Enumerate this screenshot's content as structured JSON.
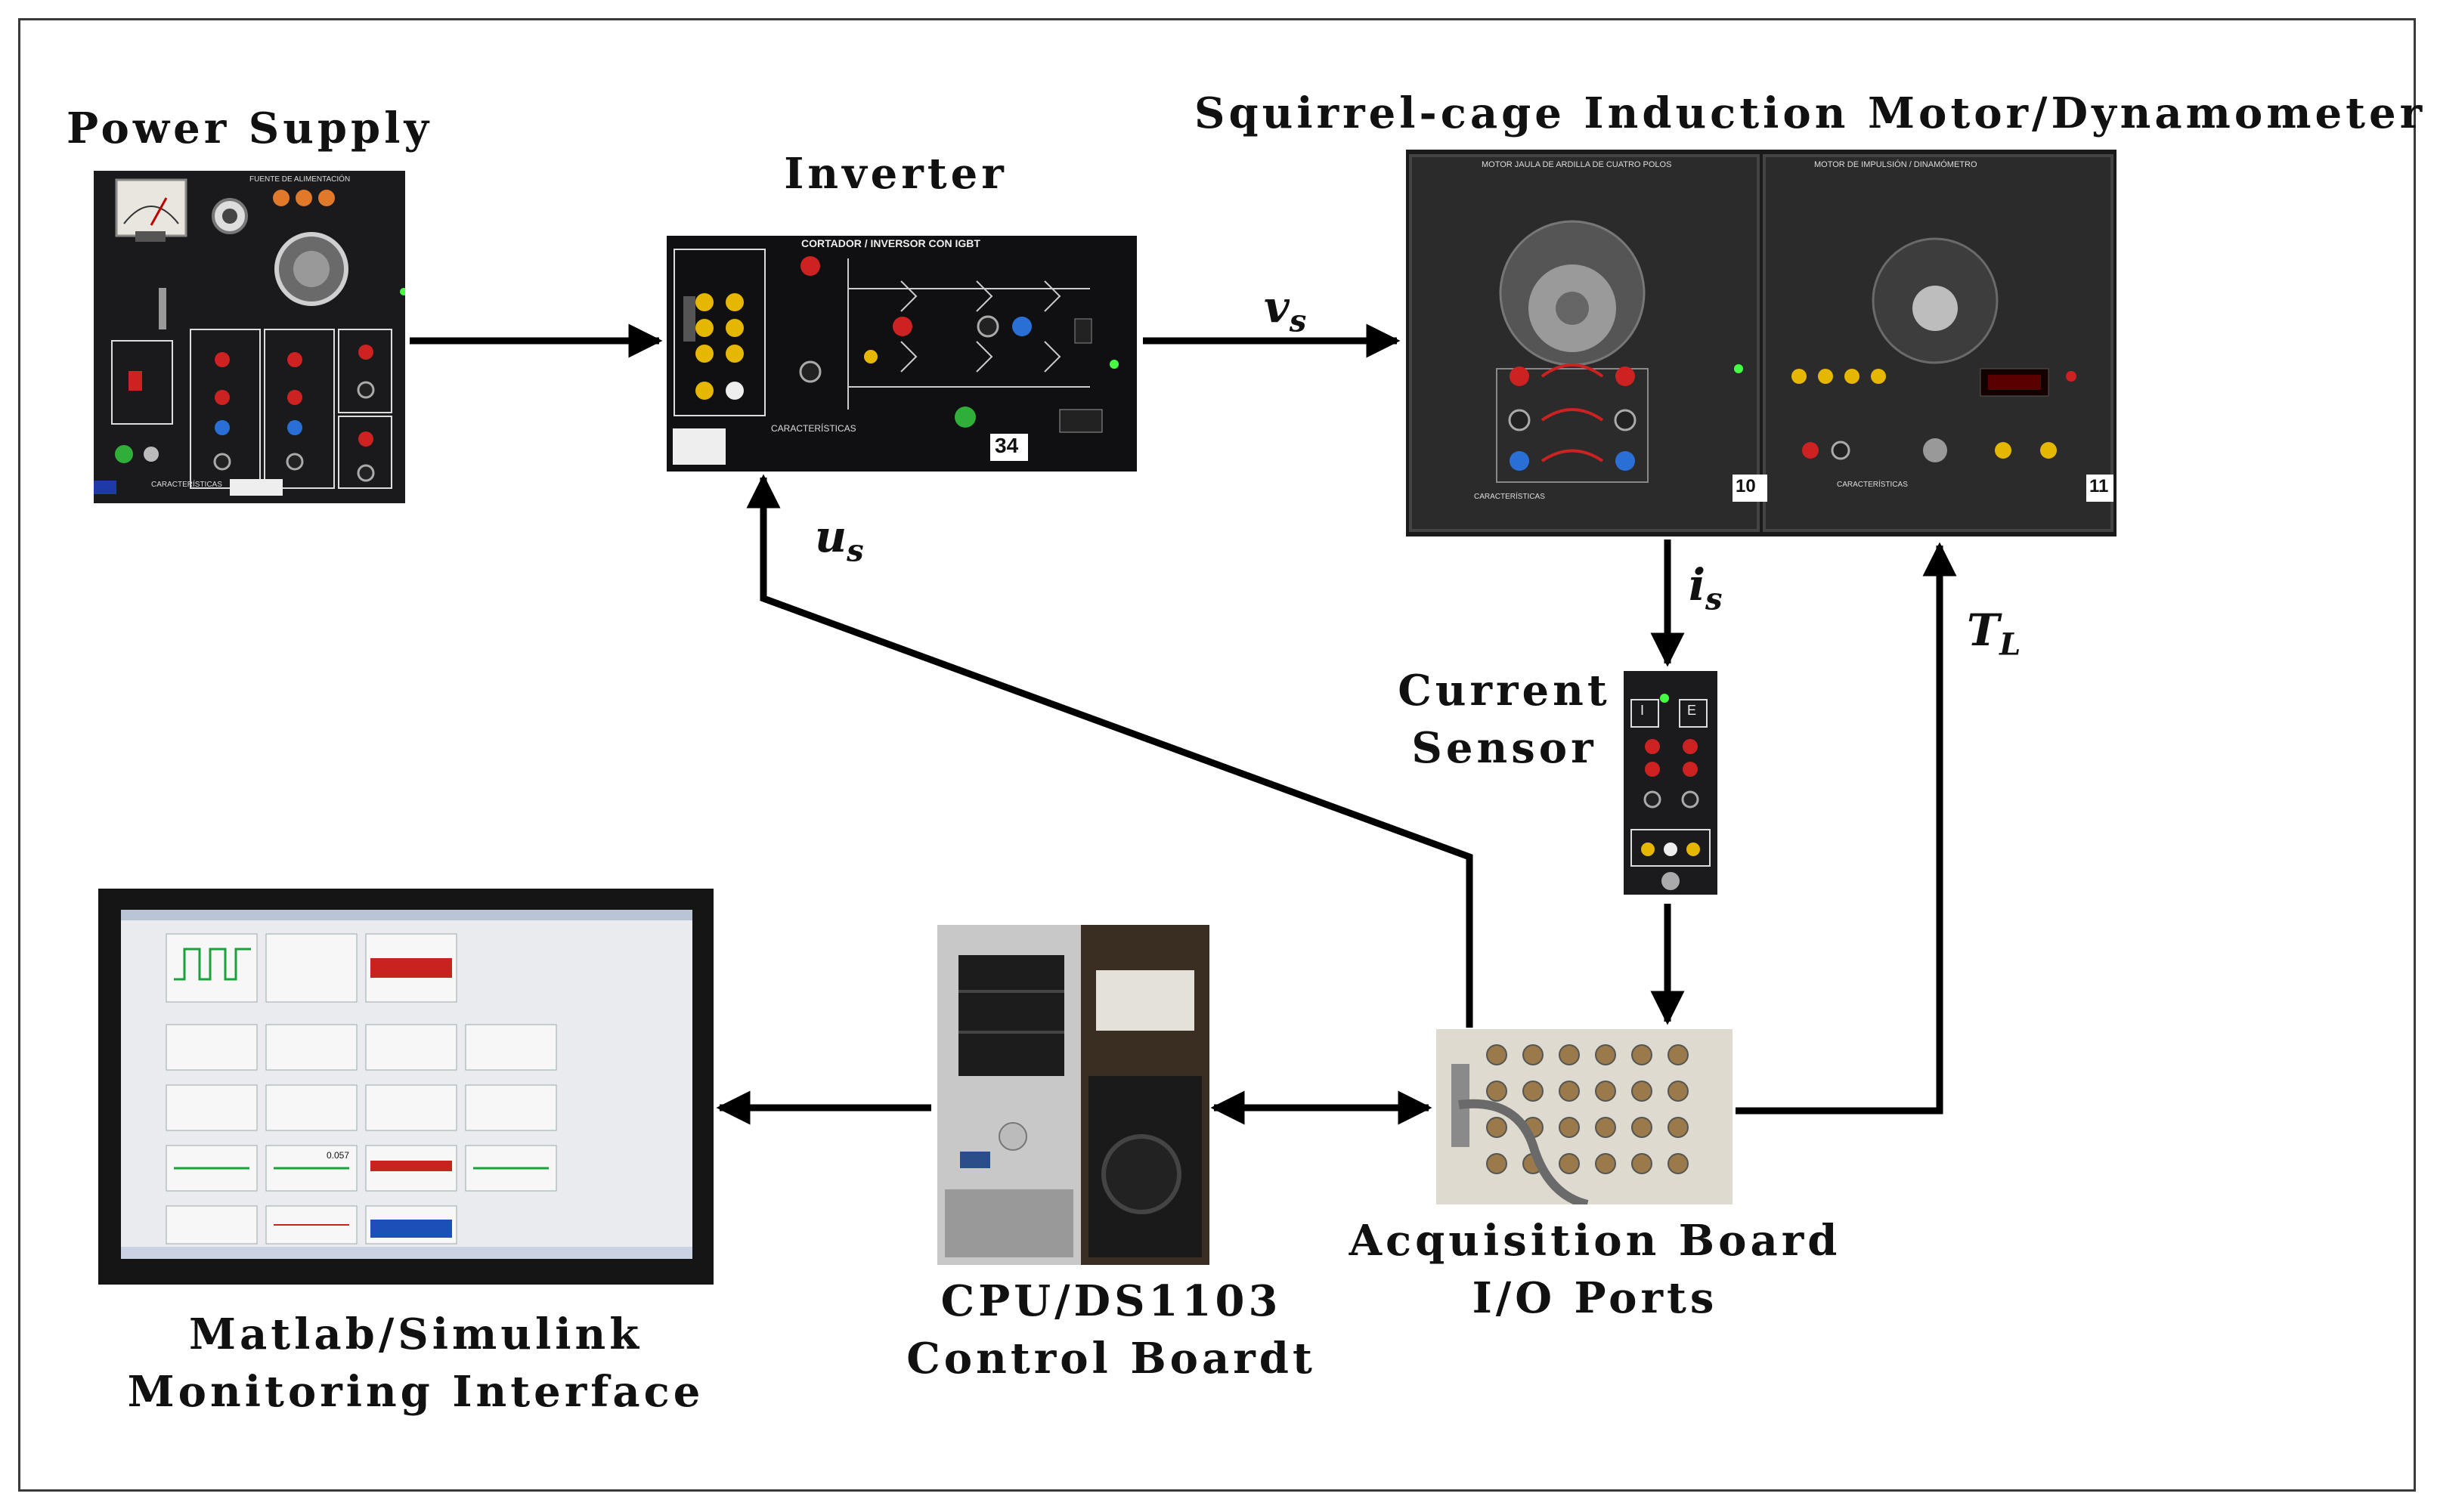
{
  "labels": {
    "power_supply": "Power Supply",
    "inverter": "Inverter",
    "motor": "Squirrel-cage Induction Motor/Dynamometer",
    "current_sensor_1": "Current",
    "current_sensor_2": "Sensor",
    "acq_board_1": "Acquisition Board",
    "acq_board_2": "I/O Ports",
    "cpu_1": "CPU/DS1103",
    "cpu_2": "Control Boardt",
    "matlab_1": "Matlab/Simulink",
    "matlab_2": "Monitoring Interface"
  },
  "signals": {
    "vs": {
      "base": "v",
      "sub": "s"
    },
    "us": {
      "base": "u",
      "sub": "s"
    },
    "is": {
      "base": "i",
      "sub": "s"
    },
    "tl": {
      "base": "T",
      "sub": "L"
    }
  },
  "panel_text": {
    "power_supply_title": "FUENTE DE ALIMENTACIÓN",
    "inverter_title": "CORTADOR / INVERSOR CON IGBT",
    "inverter_number": "34",
    "motor_title": "MOTOR JAULA DE ARDILLA DE CUATRO POLOS",
    "motor_number": "10",
    "dyno_title": "MOTOR DE IMPULSIÓN / DINAMÓMETRO",
    "dyno_number": "11",
    "sensor_e": "E",
    "sensor_i": "I",
    "screen_value": "0.057",
    "caracteristicas": "CARACTERÍSTICAS"
  }
}
